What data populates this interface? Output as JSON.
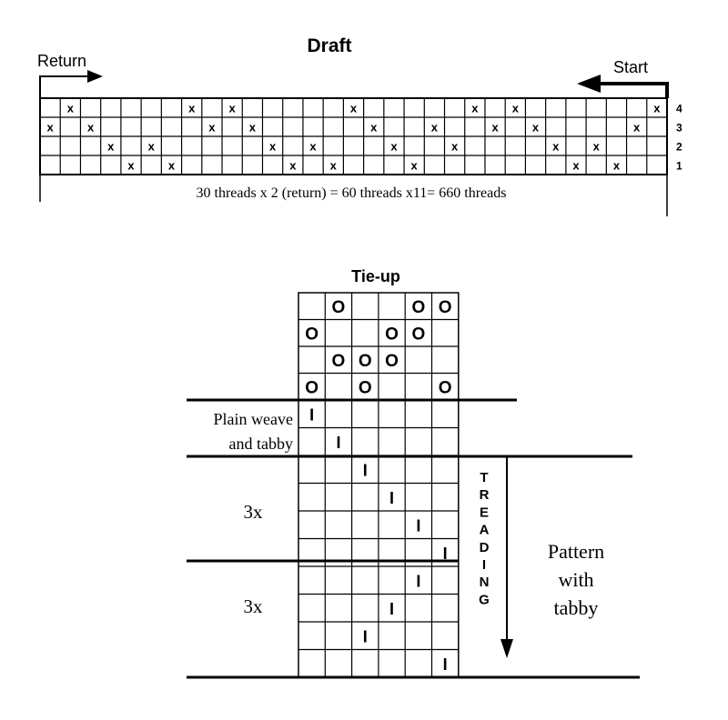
{
  "draft": {
    "title": "Draft",
    "return_label": "Return",
    "start_label": "Start",
    "mark": "x",
    "shafts": [
      "4",
      "3",
      "2",
      "1"
    ],
    "threads": [
      3,
      4,
      3,
      2,
      1,
      2,
      1,
      4,
      3,
      4,
      3,
      2,
      1,
      2,
      1,
      4,
      3,
      2,
      1,
      3,
      2,
      4,
      3,
      4,
      3,
      2,
      1,
      2,
      1,
      3,
      4
    ],
    "caption": "30 threads x 2 (return) = 60 threads x11= 660 threads"
  },
  "tieup": {
    "title": "Tie-up",
    "mark": "O",
    "rows": [
      [
        0,
        1,
        0,
        0,
        1,
        1
      ],
      [
        1,
        0,
        0,
        1,
        1,
        0
      ],
      [
        0,
        1,
        1,
        1,
        0,
        0
      ],
      [
        1,
        0,
        1,
        0,
        0,
        1
      ]
    ]
  },
  "treadling": {
    "mark": "I",
    "plain_weave_label_line1": "Plain weave",
    "plain_weave_label_line2": "and tabby",
    "repeat_label_1": "3x",
    "repeat_label_2": "3x",
    "treading_label": "TREADING",
    "pattern_label_line1": "Pattern",
    "pattern_label_line2": "with",
    "pattern_label_line3": "tabby",
    "rows": [
      1,
      2,
      3,
      4,
      5,
      6,
      5,
      4,
      3,
      6
    ]
  }
}
